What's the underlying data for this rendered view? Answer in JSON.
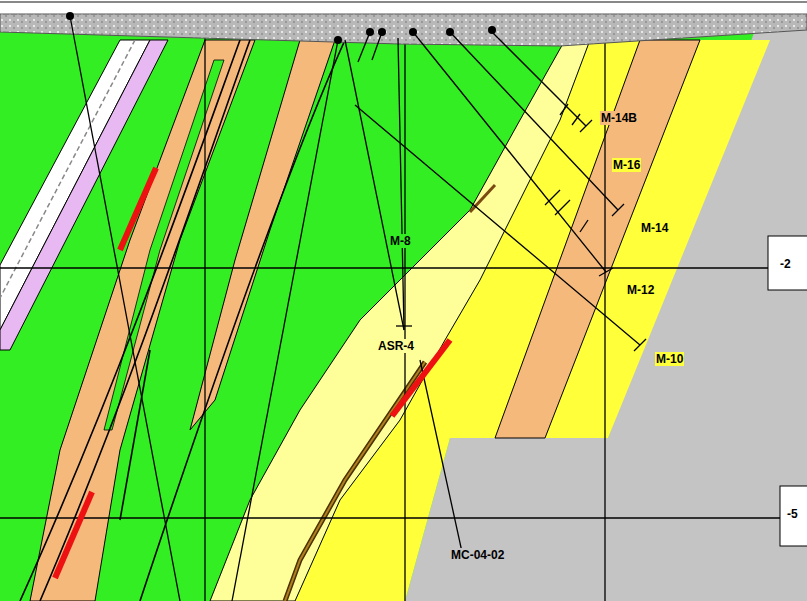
{
  "diagram": {
    "labels": [
      "M-14B",
      "M-16",
      "M-14",
      "M-12",
      "M-10",
      "M-8",
      "ASR-4",
      "MC-04-02",
      "-2",
      "-5"
    ]
  }
}
